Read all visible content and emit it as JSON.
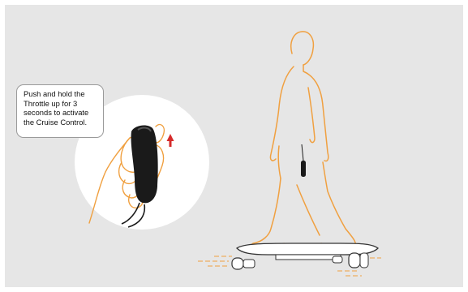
{
  "callout": {
    "lines": [
      "Push and hold the",
      "Throttle up for 3",
      "seconds to activate",
      "the Cruise Control."
    ]
  },
  "colors": {
    "panel_background": "#e6e6e6",
    "rider_outline": "#f0a040",
    "arrow": "#d62b2b",
    "remote": "#1a1a1a"
  },
  "icons": {
    "direction": "up-arrow-icon"
  }
}
